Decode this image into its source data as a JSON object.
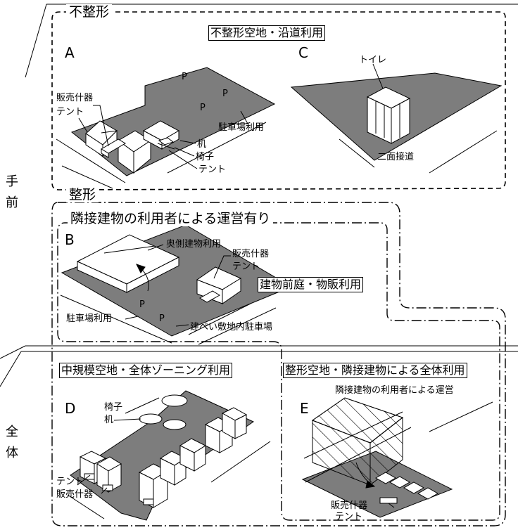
{
  "side_labels": {
    "near": [
      "手",
      "前"
    ],
    "whole": [
      "全",
      "体"
    ]
  },
  "groups": {
    "irregular": "不整形",
    "regular": "整形"
  },
  "neighbor_group": "隣接建物の利用者による運営有り",
  "panels": {
    "a": {
      "letter": "A",
      "title": "不整形空地・沿道利用",
      "labels": [
        "販売什器",
        "テント",
        "駐車場利用",
        "机",
        "椅子",
        "テント"
      ],
      "parking": [
        "P",
        "P",
        "P"
      ]
    },
    "c": {
      "letter": "C",
      "labels": [
        "トイレ",
        "二面接道"
      ]
    },
    "b": {
      "letter": "B",
      "title": "建物前庭・物販利用",
      "labels": [
        "奥側建物利用",
        "販売什器",
        "テント",
        "駐車場利用",
        "建ぺい敷地内駐車場"
      ],
      "parking": [
        "P",
        "P"
      ]
    },
    "d": {
      "letter": "D",
      "title": "中規模空地・全体ゾーニング利用",
      "labels": [
        "椅子",
        "机",
        "テント",
        "販売什器"
      ]
    },
    "e": {
      "letter": "E",
      "title": "整形空地・隣接建物による全体利用",
      "labels": [
        "隣接建物の利用者による運営",
        "販売什器",
        "テント"
      ]
    }
  },
  "colors": {
    "lot": "#7d7d7d",
    "line": "#000000",
    "fill": "#ffffff"
  }
}
